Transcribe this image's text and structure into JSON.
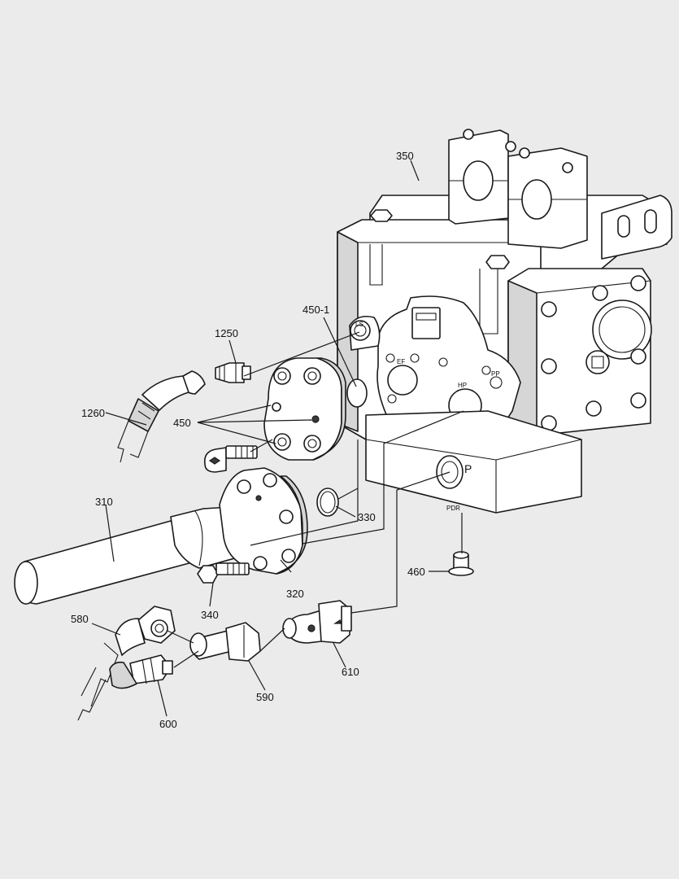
{
  "callouts": {
    "c350": "350",
    "c450_1": "450-1",
    "c1250": "1250",
    "c1260": "1260",
    "c450": "450",
    "c310": "310",
    "c330": "330",
    "c320": "320",
    "c340": "340",
    "c460": "460",
    "c580": "580",
    "c590": "590",
    "c600": "600",
    "c610": "610"
  },
  "port_labels": {
    "ls": "LS",
    "ef": "EF",
    "hp": "HP",
    "pp": "PP",
    "p": "P",
    "pdr": "PDR"
  }
}
